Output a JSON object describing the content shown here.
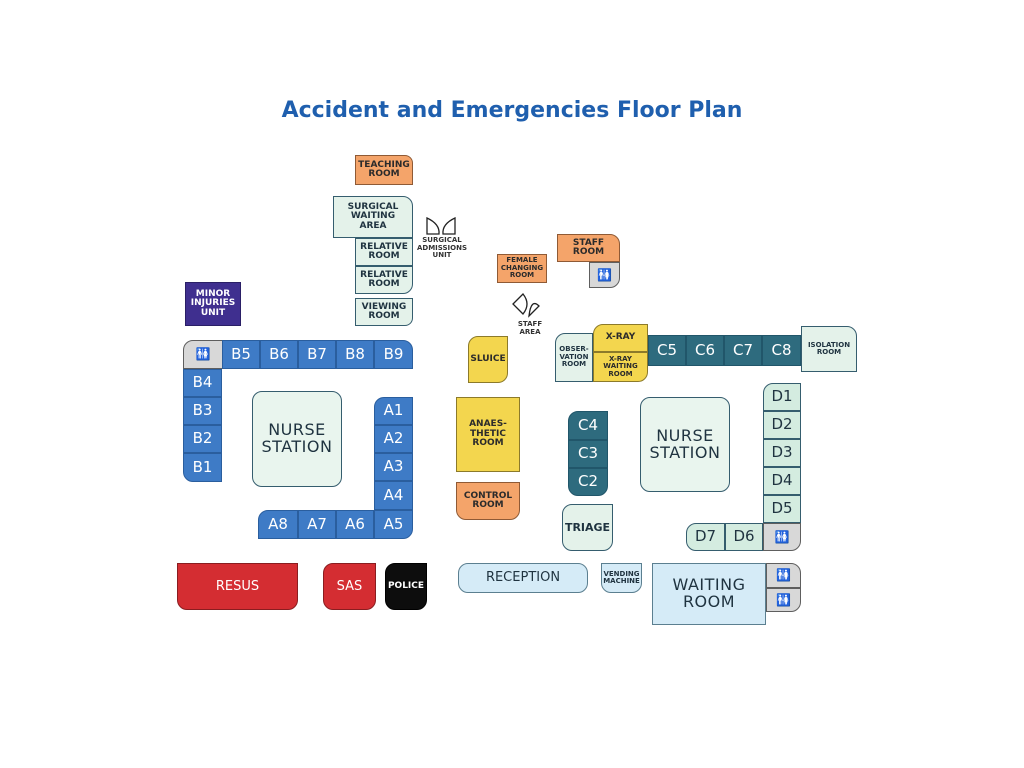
{
  "title": "Accident and Emergencies Floor Plan",
  "rooms": {
    "teaching_room": "TEACHING\nROOM",
    "surgical_waiting_area": "SURGICAL\nWAITING\nAREA",
    "relative_room_1": "RELATIVE\nROOM",
    "relative_room_2": "RELATIVE\nROOM",
    "viewing_room": "VIEWING\nROOM",
    "surgical_admissions_unit": "SURGICAL\nADMISSIONS\nUNIT",
    "female_changing_room": "FEMALE\nCHANGING\nROOM",
    "staff_room": "STAFF\nROOM",
    "staff_area": "STAFF\nAREA",
    "minor_injuries_unit": "MINOR\nINJURIES\nUNIT",
    "sluice": "SLUICE",
    "observation_room": "OBSER-\nVATION\nROOM",
    "xray": "X-RAY",
    "xray_waiting_room": "X-RAY\nWAITING\nROOM",
    "isolation_room": "ISOLATION\nROOM",
    "nurse_station_left": "NURSE\nSTATION",
    "nurse_station_right": "NURSE\nSTATION",
    "anaesthetic_room": "ANAES-\nTHETIC\nROOM",
    "control_room": "CONTROL\nROOM",
    "triage": "TRIAGE",
    "resus": "RESUS",
    "sas": "SAS",
    "police": "POLICE",
    "reception": "RECEPTION",
    "vending_machine": "VENDING\nMACHINE",
    "waiting_room": "WAITING\nROOM"
  },
  "bays": {
    "b_top": [
      "B5",
      "B6",
      "B7",
      "B8",
      "B9"
    ],
    "b_side": [
      "B4",
      "B3",
      "B2",
      "B1"
    ],
    "a_side": [
      "A1",
      "A2",
      "A3",
      "A4",
      "A5"
    ],
    "a_bottom": [
      "A8",
      "A7",
      "A6"
    ],
    "c_top": [
      "C5",
      "C6",
      "C7",
      "C8"
    ],
    "c_side": [
      "C4",
      "C3",
      "C2"
    ],
    "d_side": [
      "D1",
      "D2",
      "D3",
      "D4",
      "D5"
    ],
    "d_bottom": [
      "D7",
      "D6"
    ]
  },
  "icons": {
    "toilet": "toilet-icon",
    "door": "double-door-icon"
  },
  "colors": {
    "title": "#1f5fae",
    "a_b_bays": "#3e7bc6",
    "c_bays": "#2e6b7e",
    "d_bays": "#d4ece0",
    "orange_rooms": "#f4a46a",
    "yellow_rooms": "#f3d64e",
    "red_rooms": "#d42d32",
    "minor_injuries": "#3f2f8f",
    "police": "#0d0d0d",
    "reception": "#d5ebf7"
  }
}
